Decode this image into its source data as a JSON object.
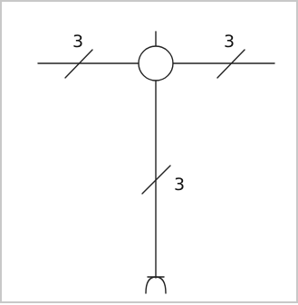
{
  "diagram": {
    "conductor_count_left": "3",
    "conductor_count_right": "3",
    "conductor_count_down": "3",
    "colors": {
      "line": "#222222",
      "border": "#c8c8c8",
      "background": "#ffffff"
    },
    "icons": {
      "junction": "circle-junction-icon",
      "termination": "cable-termination-icon"
    }
  }
}
